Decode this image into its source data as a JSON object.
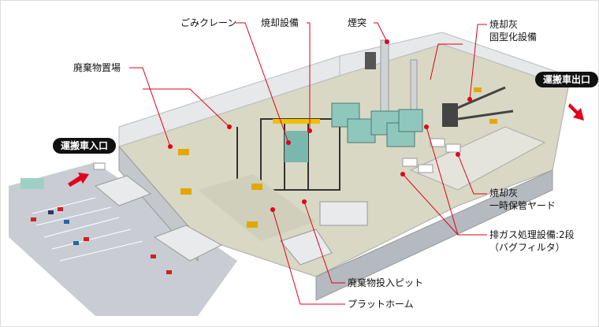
{
  "labels": {
    "gomi_crane": "ごみクレーン",
    "incinerator": "焼却設備",
    "chimney": "煙突",
    "ash_solidify": [
      "焼却灰",
      "固型化設備"
    ],
    "waste_storage": "廃棄物置場",
    "entrance": "運搬車入口",
    "exit": "運搬車出口",
    "ash_yard": [
      "焼却灰",
      "一時保管ヤード"
    ],
    "exhaust": [
      "排ガス処理設備:2段",
      "（バグフィルタ）"
    ],
    "pit": "廃棄物投入ピット",
    "platform": "プラットホーム"
  },
  "colors": {
    "leader": "#e0001b",
    "arrow": "#e0001b",
    "floor": "#d9d8c4",
    "ground": "#c9ccd3",
    "wall": "#c4c8cc",
    "equipment": "#8fc7bd"
  }
}
